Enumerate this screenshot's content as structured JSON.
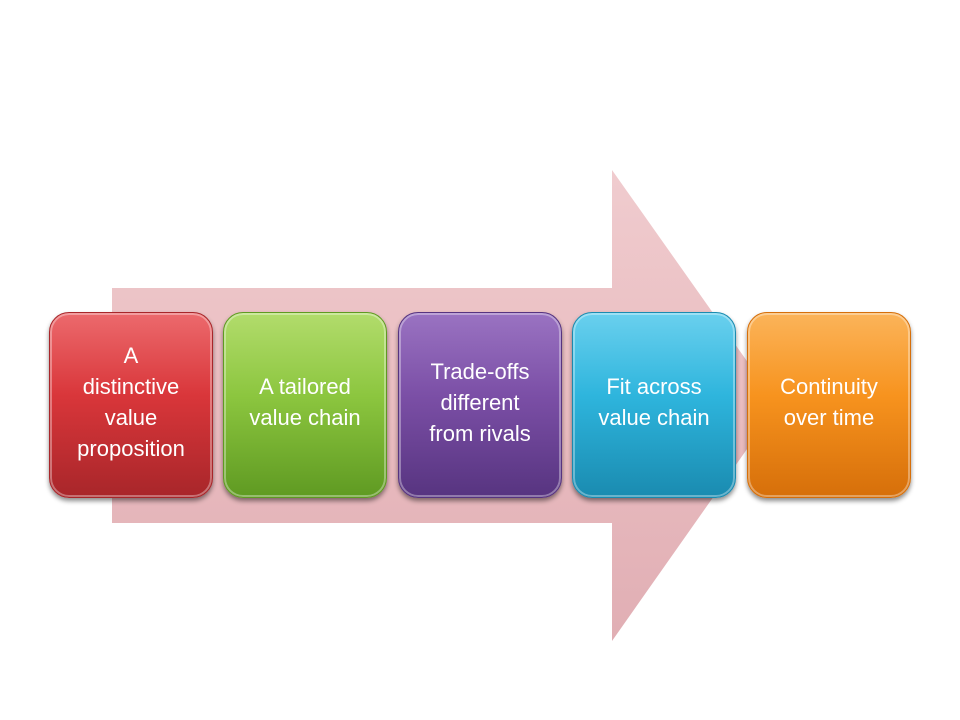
{
  "diagram": {
    "arrow_color": "#e8b9bd",
    "steps": [
      {
        "label": "A\ndistinctive\nvalue\nproposition",
        "color": "#d9363a",
        "dark": "#a8262a",
        "light": "#ec6a6d"
      },
      {
        "label": "A tailored\nvalue chain",
        "color": "#8cc63f",
        "dark": "#5f9a22",
        "light": "#b2dc6c"
      },
      {
        "label": "Trade-offs\ndifferent\nfrom rivals",
        "color": "#7b4fa6",
        "dark": "#573480",
        "light": "#9a73c2"
      },
      {
        "label": "Fit across\nvalue chain",
        "color": "#2eb5dd",
        "dark": "#1a8bb0",
        "light": "#6ad0ee"
      },
      {
        "label": "Continuity\nover time",
        "color": "#f7931e",
        "dark": "#d66f0a",
        "light": "#fbb45a"
      }
    ]
  }
}
